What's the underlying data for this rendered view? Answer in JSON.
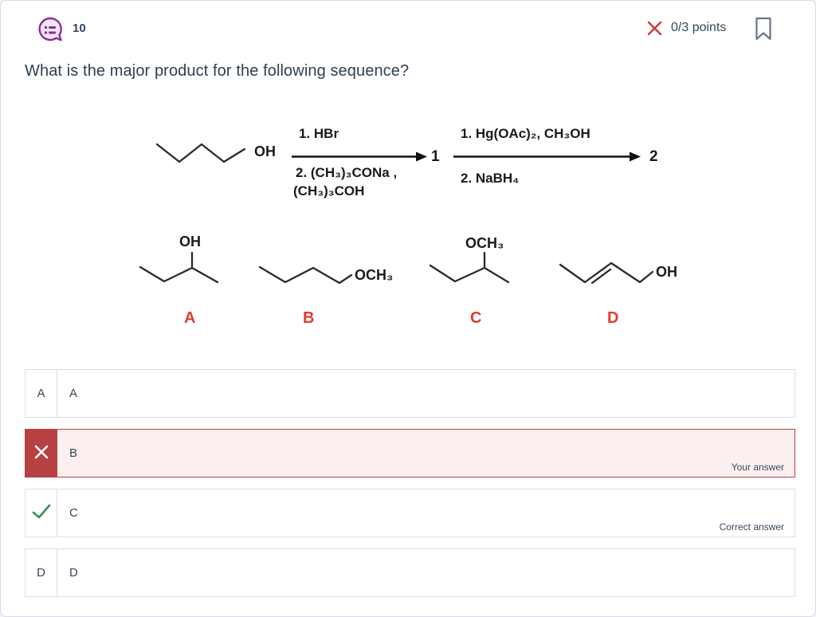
{
  "header": {
    "question_number": "10",
    "points": "0/3 points",
    "question_icon": "comment-list-icon",
    "incorrect_icon": "red-x-icon",
    "bookmark_icon": "bookmark-icon"
  },
  "question": {
    "text": "What is the major product for the following sequence?"
  },
  "scheme": {
    "start_group_label": "OH",
    "step1_above": "1. HBr",
    "step1_below_line1": "2. (CH₃)₃CONa ,",
    "step1_below_line2": "(CH₃)₃COH",
    "intermediate_label": "1",
    "step2_above": "1. Hg(OAc)₂, CH₃OH",
    "step2_below": "2. NaBH₄",
    "product_label": "2"
  },
  "choices": {
    "a": {
      "group_label": "OH",
      "letter": "A",
      "structure": "2-butanol"
    },
    "b": {
      "group_label": "OCH₃",
      "letter": "B",
      "structure": "1-methoxybutane"
    },
    "c": {
      "group_label": "OCH₃",
      "letter": "C",
      "structure": "2-methoxybutane"
    },
    "d": {
      "group_label": "OH",
      "letter": "D",
      "structure": "2-buten-1-ol"
    }
  },
  "answers": {
    "rows": [
      {
        "letter": "A",
        "content": "A",
        "state": "default",
        "note": ""
      },
      {
        "letter": "B",
        "content": "B",
        "state": "incorrect-selected",
        "note": "Your answer"
      },
      {
        "letter": "C",
        "content": "C",
        "state": "correct",
        "note": "Correct answer"
      },
      {
        "letter": "D",
        "content": "D",
        "state": "default",
        "note": ""
      }
    ]
  },
  "colors": {
    "accent_red": "#cc3b36",
    "choice_label_red": "#e23b2e",
    "wrong_cell_bg": "#b74042",
    "wrong_row_bg": "#fbf0ef",
    "wrong_row_border": "#c23b3d",
    "correct_green": "#3a8a5a",
    "text_slate": "#33475c",
    "icon_purple": "#8b3093"
  }
}
